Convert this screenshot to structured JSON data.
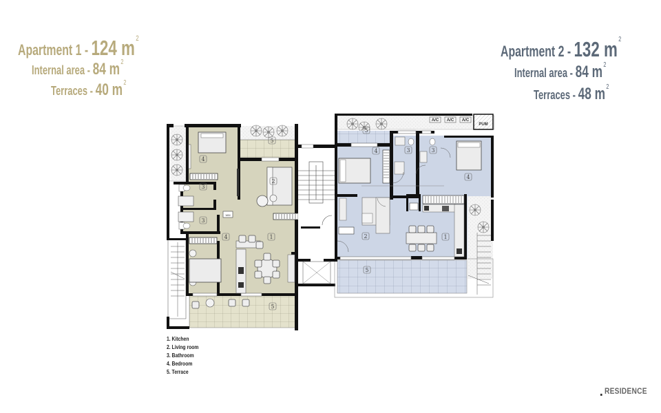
{
  "apartment1": {
    "title": "Apartment 1 - ",
    "total_value": "124 m",
    "internal_label": "Internal area - ",
    "internal_value": "84 m",
    "terraces_label": "Terraces - ",
    "terraces_value": "40 m",
    "sup": "2",
    "color": "#b7aa7c",
    "fill_color": "#d6d4bd",
    "terrace_color": "#e4e2cc"
  },
  "apartment2": {
    "title": "Apartment 2 - ",
    "total_value": "132 m",
    "internal_label": "Internal area - ",
    "internal_value": "84 m",
    "terraces_label": "Terraces - ",
    "terraces_value": "48 m",
    "sup": "2",
    "color": "#5c6978",
    "fill_color": "#cdd6e6",
    "terrace_color": "#d3dbea"
  },
  "legend": {
    "items": [
      "1. Kitchen",
      "2. Living room",
      "3. Bathroom",
      "4. Bedroom",
      "5. Terrace"
    ]
  },
  "floorplan": {
    "ac_labels": [
      "A/C",
      "A/C",
      "A/C"
    ],
    "pump_label": "PUM",
    "wm_label": "WM",
    "room_numbers": {
      "a1_bedroom_top": "4",
      "a1_terrace_top": "5",
      "a1_living": "2",
      "a1_bath_1": "3",
      "a1_bath_2": "3",
      "a1_bedroom_bottom": "4",
      "a1_kitchen": "1",
      "a1_terrace_bottom": "5",
      "a2_terrace_top": "5",
      "a2_bedroom_left": "4",
      "a2_bath_1": "3",
      "a2_bath_2": "3",
      "a2_bedroom_right": "4",
      "a2_living": "2",
      "a2_kitchen": "1",
      "a2_terrace_bottom": "5"
    }
  },
  "brand": {
    "name": "RESIDENCE"
  }
}
